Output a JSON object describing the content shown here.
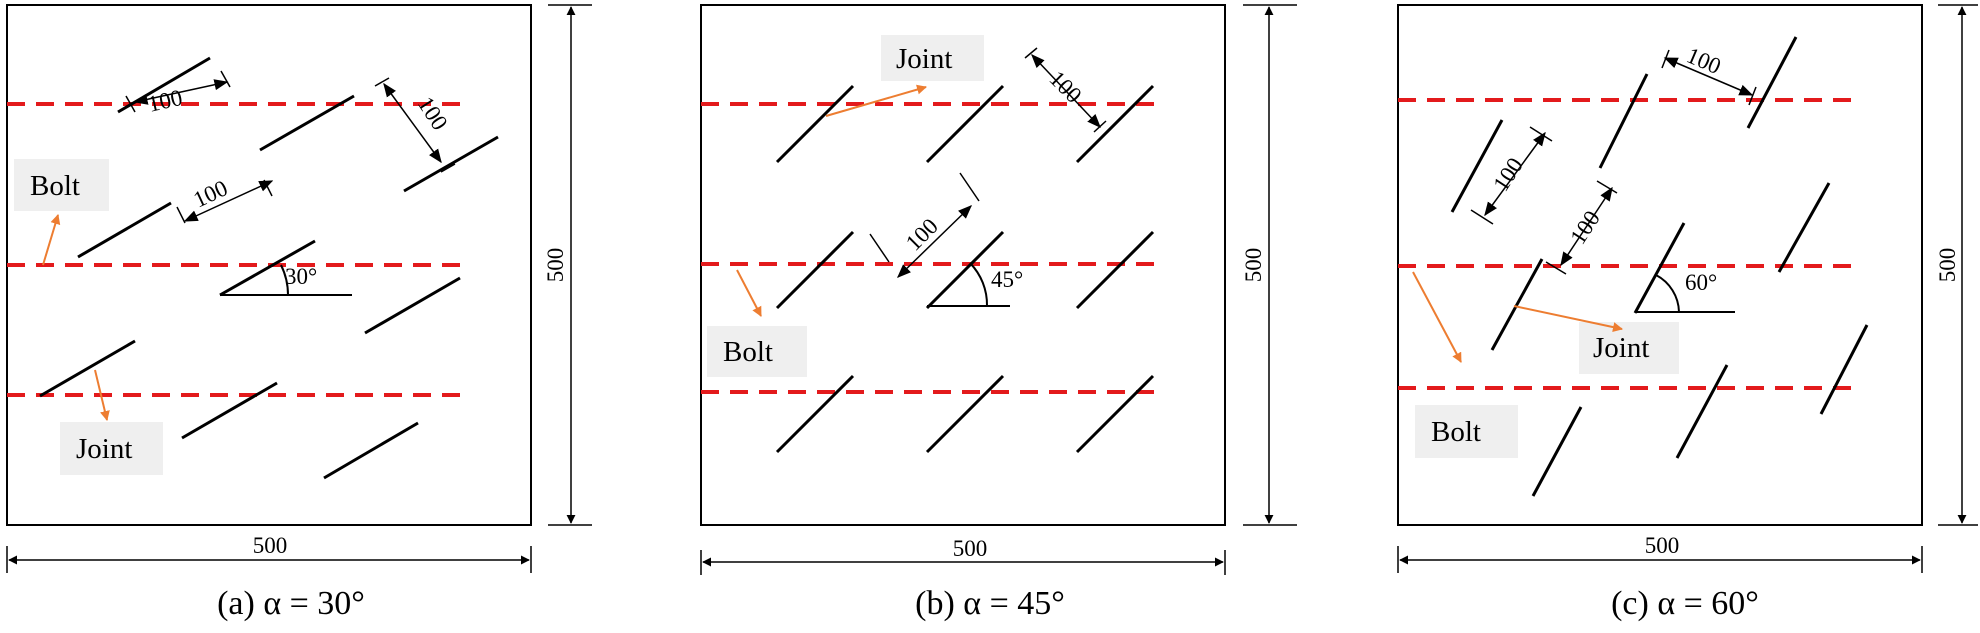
{
  "figure": {
    "panels": [
      {
        "caption": "(a) α = 30°",
        "angle_label": "30°",
        "spacing_labels": [
          "100",
          "100",
          "100"
        ],
        "width_label": "500",
        "height_label": "500",
        "bolt_label": "Bolt",
        "joint_label": "Joint"
      },
      {
        "caption": "(b) α = 45°",
        "angle_label": "45°",
        "spacing_labels": [
          "100",
          "100"
        ],
        "width_label": "500",
        "height_label": "500",
        "bolt_label": "Bolt",
        "joint_label": "Joint"
      },
      {
        "caption": "(c) α = 60°",
        "angle_label": "60°",
        "spacing_labels": [
          "100",
          "100",
          "100"
        ],
        "width_label": "500",
        "height_label": "500",
        "bolt_label": "Bolt",
        "joint_label": "Joint"
      }
    ],
    "colors": {
      "bolt_line": "#e31a1c",
      "leader_arrow": "#ed7d31",
      "joint_line": "#000000",
      "label_background": "#efefef"
    }
  }
}
